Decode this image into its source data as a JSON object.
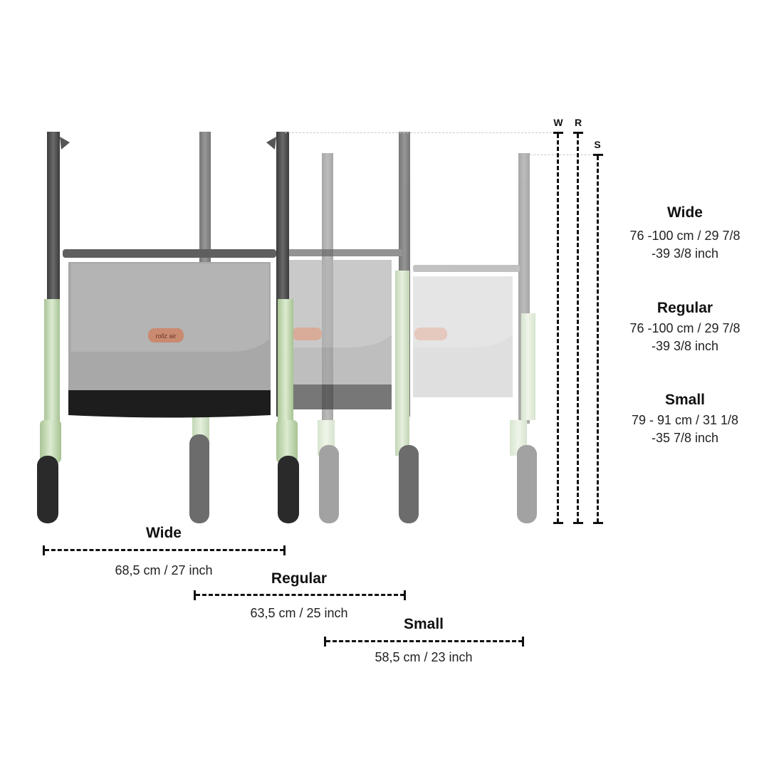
{
  "image": {
    "subject": "rollator walker size comparison",
    "brand_tag": "rollz air",
    "colors": {
      "frame_green": "#c5dcb4",
      "handle_dark": "#4a4a4a",
      "bag_gray": "#a9a9a9",
      "brand_tag": "#c98a70",
      "wheel": "#333333",
      "dimension_line": "#111111",
      "guide_line": "#c8c8c8"
    }
  },
  "height_markers": {
    "letters": [
      "W",
      "R",
      "S"
    ]
  },
  "height_specs": [
    {
      "title": "Wide",
      "line1": "76 -100 cm / 29 7/8",
      "line2": "-39 3/8 inch"
    },
    {
      "title": "Regular",
      "line1": "76 -100 cm / 29 7/8",
      "line2": "-39 3/8 inch"
    },
    {
      "title": "Small",
      "line1": "79 - 91 cm / 31 1/8",
      "line2": "-35 7/8 inch"
    }
  ],
  "width_specs": [
    {
      "title": "Wide",
      "value": "68,5 cm / 27 inch"
    },
    {
      "title": "Regular",
      "value": "63,5 cm / 25 inch"
    },
    {
      "title": "Small",
      "value": "58,5 cm / 23 inch"
    }
  ]
}
